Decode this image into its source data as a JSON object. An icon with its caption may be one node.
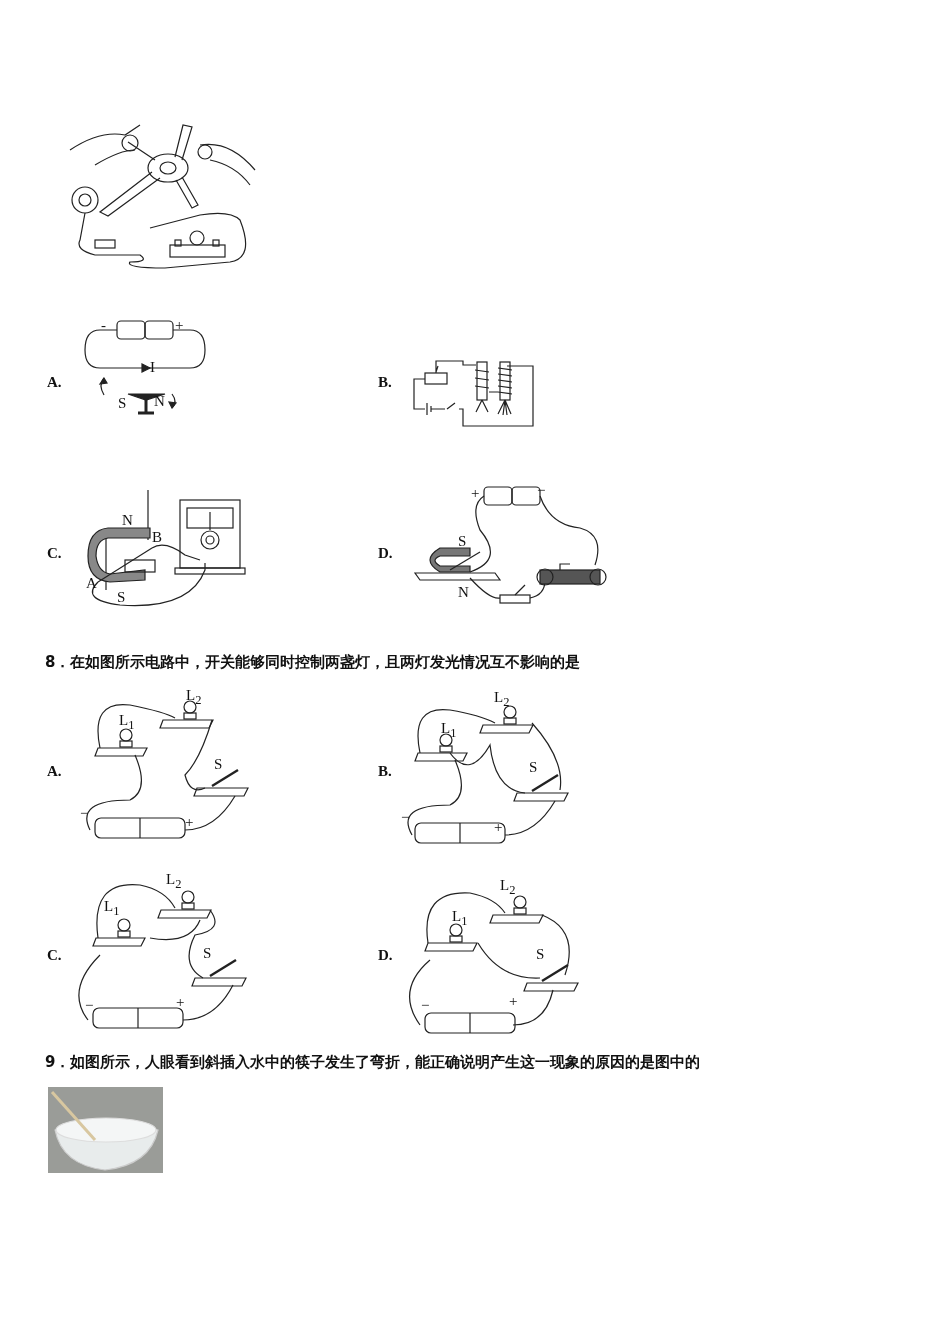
{
  "diagram": {
    "labels": [
      "A.",
      "-",
      "+",
      "I",
      "S",
      "N",
      "B.",
      "C.",
      "N",
      "B",
      "A",
      "S",
      "D.",
      "+",
      "−",
      "S",
      "N",
      "8．在如图所示电路中，开关能够同时控制两盏灯，且两灯发光情况互不影响的是",
      "A.",
      "L$_{2}$",
      "L$_{1}$",
      "S",
      "−",
      "+",
      "B.",
      "L$_{2}$",
      "L$_{1}$",
      "S",
      "−",
      "+",
      "C.",
      "L$_{2}$",
      "L$_{1}$",
      "S",
      "−",
      "+",
      "D.",
      "L$_{2}$",
      "L$_{1}$",
      "S",
      "−",
      "+",
      "9．如图所示，人眼看到斜插入水中的筷子发生了弯折，能正确说明产生这一现象的原因的是图中的"
    ]
  }
}
